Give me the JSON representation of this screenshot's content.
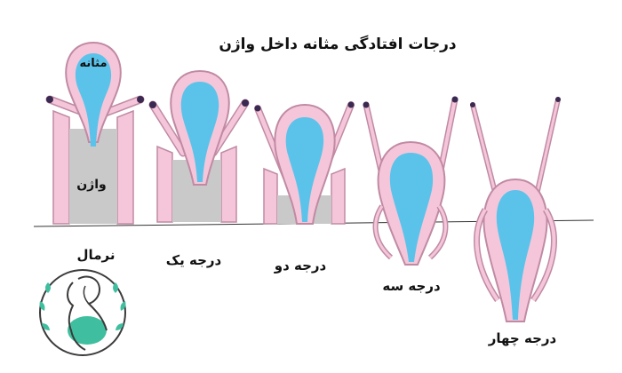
{
  "title": "درجات افتادگی مثانه داخل واژن",
  "labels": {
    "bladder": "مثانه",
    "vagina": "واژن"
  },
  "stages": [
    {
      "label": "نرمال"
    },
    {
      "label": "درجه یک"
    },
    {
      "label": "درجه دو"
    },
    {
      "label": "درجه سه"
    },
    {
      "label": "درجه چهار"
    }
  ],
  "colors": {
    "tissue_pink": "#f5c6da",
    "tissue_outline": "#c08aa3",
    "bladder_blue": "#5bc3ea",
    "vagina_gray": "#c9c9c9",
    "tube_dark": "#3a2950",
    "logo_teal": "#3fbf9f"
  },
  "icons": [
    "pregnant-woman-logo-icon"
  ]
}
